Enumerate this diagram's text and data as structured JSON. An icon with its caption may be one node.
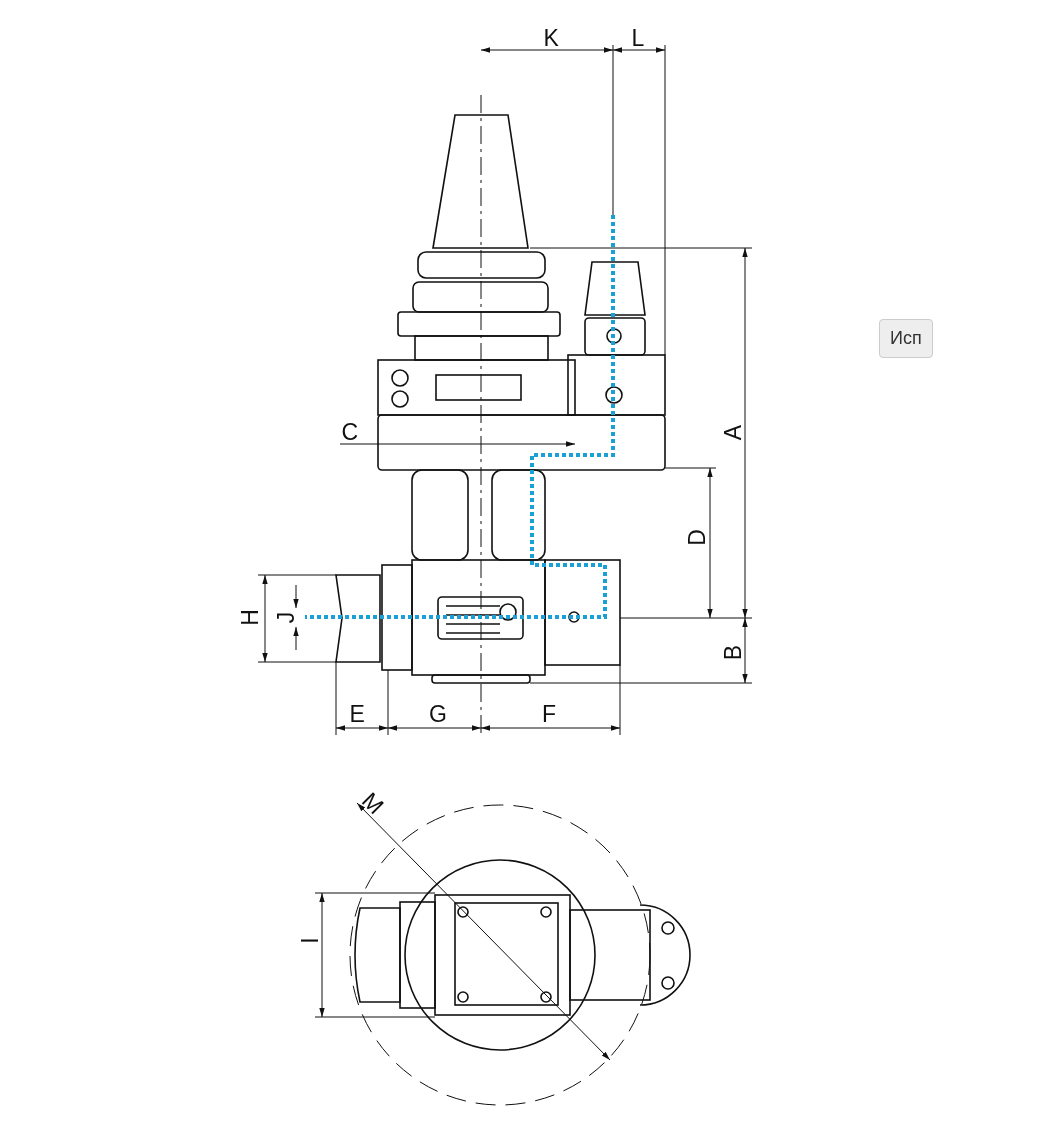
{
  "diagram": {
    "labels": [
      "K",
      "L",
      "Исп",
      "C",
      "A",
      "D",
      "H",
      "J",
      "B",
      "E",
      "G",
      "F",
      "M",
      "I"
    ]
  }
}
